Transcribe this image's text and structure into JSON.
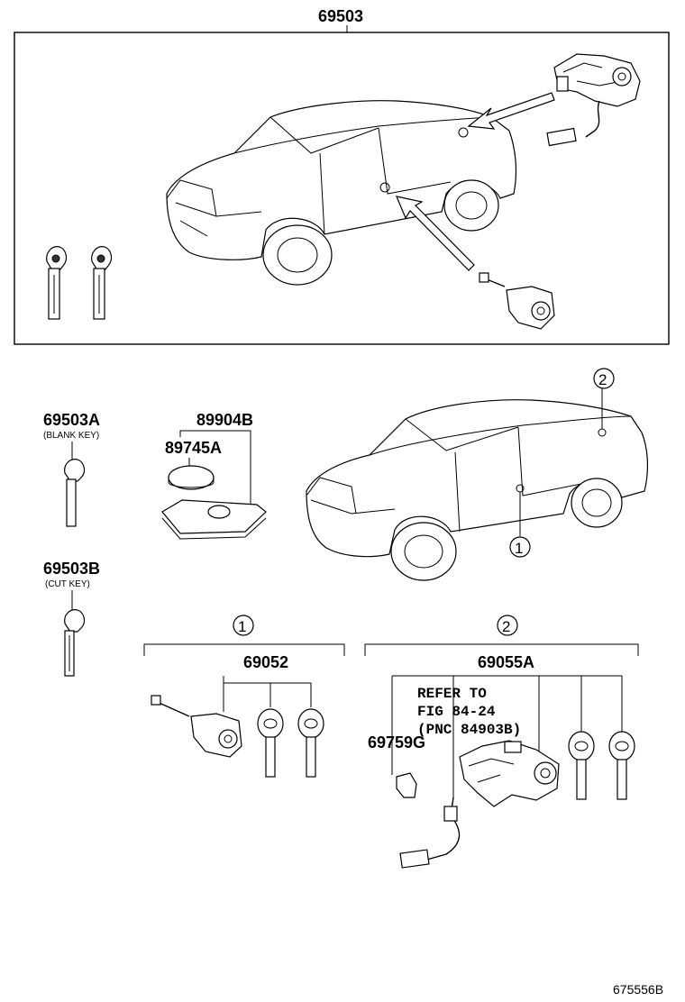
{
  "labels": {
    "assembly": "69503",
    "blank_key": "69503A",
    "blank_key_note": "(BLANK KEY)",
    "cut_key": "69503B",
    "cut_key_note": "(CUT KEY)",
    "remote": "89904B",
    "battery": "89745A",
    "door_set": "69052",
    "lock_set": "69055A",
    "clip": "69759G",
    "refer_line1": "REFER TO",
    "refer_line2": "FIG 84-24",
    "refer_line3": "(PNC 84903B)",
    "callout_1": "1",
    "callout_2": "2",
    "group_1": "1",
    "group_2": "2",
    "figure_id": "675556B"
  }
}
